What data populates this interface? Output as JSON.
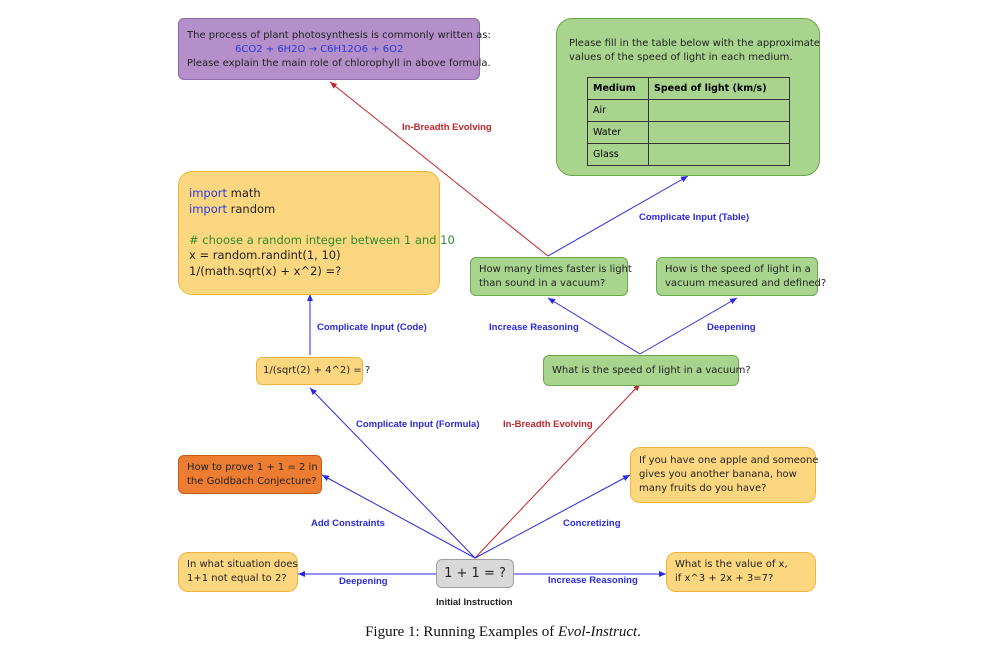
{
  "caption": {
    "prefix": "Figure 1: Running Examples of ",
    "italic": "Evol-Instruct",
    "suffix": "."
  },
  "colors": {
    "blue_arrow": "#2a2ae0",
    "red_arrow": "#c0272d",
    "yellow": "#fdd77f",
    "green": "#a8d48e",
    "purple": "#b48fc9",
    "orange": "#ed7d31",
    "gray": "#d9d9d9"
  },
  "nodes": {
    "initial": {
      "text": "1 + 1 = ?",
      "label": "Initial Instruction"
    },
    "deepening_left": {
      "lines": [
        "In what situation does",
        "1+1 not equal to 2?"
      ]
    },
    "constraints": {
      "lines": [
        "How to prove 1 + 1 = 2 in",
        "the Goldbach Conjecture?"
      ]
    },
    "formula": {
      "text": "1/(sqrt(2) + 4^2) = ?"
    },
    "code": {
      "import1_kw": "import",
      "import1_rest": " math",
      "import2_kw": "import",
      "import2_rest": " random",
      "comment": "# choose a random integer between 1 and 10",
      "line_x": "x = random.randint(1, 10)",
      "line_expr": "1/(math.sqrt(x) + x^2) =?"
    },
    "photosynthesis": {
      "line1": "The process of plant photosynthesis is commonly written as:",
      "formula": "6CO2 + 6H2O → C6H12O6 + 6O2",
      "line3": "Please explain the main role of chlorophyll in above formula."
    },
    "table_prompt": {
      "lines": [
        "Please fill in the table below with the approximate",
        "values of the speed of light in each medium."
      ],
      "headers": [
        "Medium",
        "Speed of light (km/s)"
      ],
      "rows": [
        [
          "Air",
          ""
        ],
        [
          "Water",
          ""
        ],
        [
          "Glass",
          ""
        ]
      ]
    },
    "faster": {
      "lines": [
        "How many times faster is light",
        "than sound in a vacuum?"
      ]
    },
    "measured": {
      "lines": [
        "How is the speed of light in a",
        "vacuum measured and defined?"
      ]
    },
    "speed": {
      "text": "What is the speed of light in a vacuum?"
    },
    "apple": {
      "lines": [
        "If you have one apple and someone",
        "gives you another banana, how",
        "many fruits do you have?"
      ]
    },
    "reasoning_x": {
      "lines": [
        "What is the value of x,",
        "if x^3 + 2x + 3=7?"
      ]
    }
  },
  "edges": {
    "deepening_left": "Deepening",
    "add_constraints": "Add Constraints",
    "complicate_formula": "Complicate Input (Formula)",
    "breadth_bottom": "In-Breadth Evolving",
    "concretizing": "Concretizing",
    "increase_reasoning_right": "Increase Reasoning",
    "complicate_code": "Complicate Input (Code)",
    "increase_reasoning_mid": "Increase Reasoning",
    "deepening_mid": "Deepening",
    "breadth_top": "In-Breadth Evolving",
    "complicate_table": "Complicate Input (Table)"
  }
}
